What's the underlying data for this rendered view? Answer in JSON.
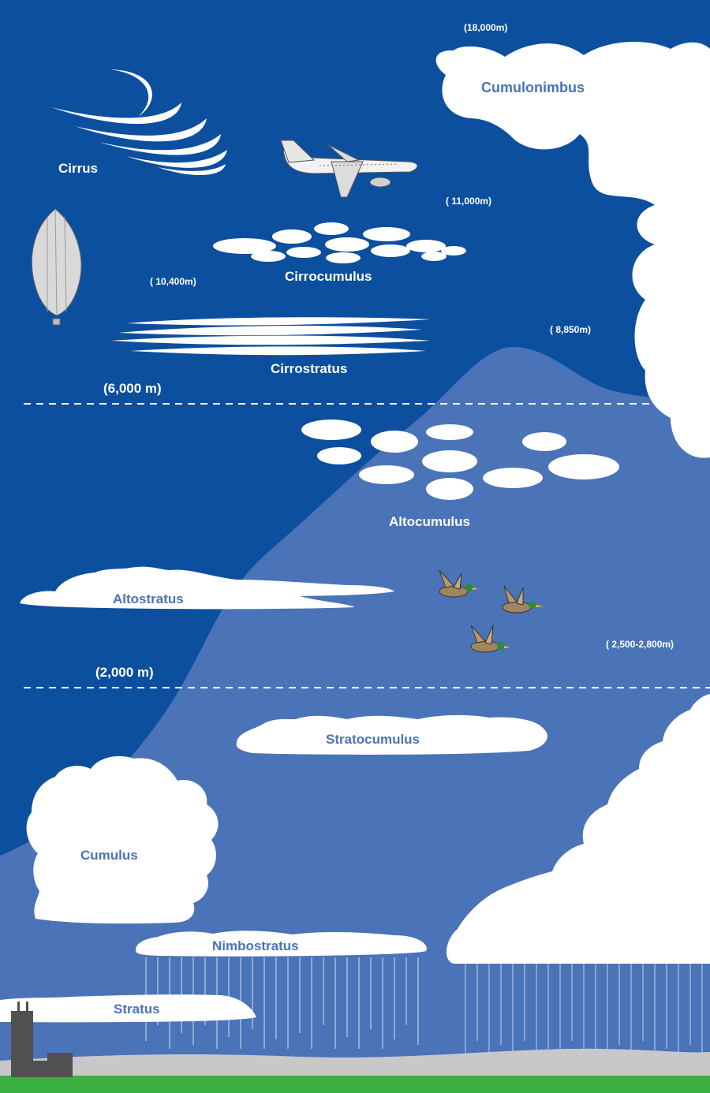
{
  "colors": {
    "sky": "#0c4f9f",
    "mountain": "#4a73b8",
    "cloud": "#ffffff",
    "ground": "#c8c8c8",
    "grass": "#3cb043",
    "label": "#4a73b8"
  },
  "clouds": {
    "cirrus": "Cirrus",
    "cumulonimbus": "Cumulonimbus",
    "cirrocumulus": "Cirrocumulus",
    "cirrostratus": "Cirrostratus",
    "altocumulus": "Altocumulus",
    "altostratus": "Altostratus",
    "stratocumulus": "Stratocumulus",
    "cumulus": "Cumulus",
    "nimbostratus": "Nimbostratus",
    "stratus": "Stratus"
  },
  "altitudes": {
    "cumulonimbus_top": "(18,000m)",
    "airplane": "( 11,000m)",
    "balloon": "( 10,400m)",
    "everest": "( 8,850m)",
    "high_boundary": "(6,000 m)",
    "birds": "( 2,500-2,800m)",
    "low_boundary": "(2,000 m)"
  },
  "objects": {
    "airplane": "airplane-icon",
    "balloon": "hot-air-balloon-icon",
    "birds": "mallard-duck-icon",
    "building": "skyscraper-icon"
  }
}
